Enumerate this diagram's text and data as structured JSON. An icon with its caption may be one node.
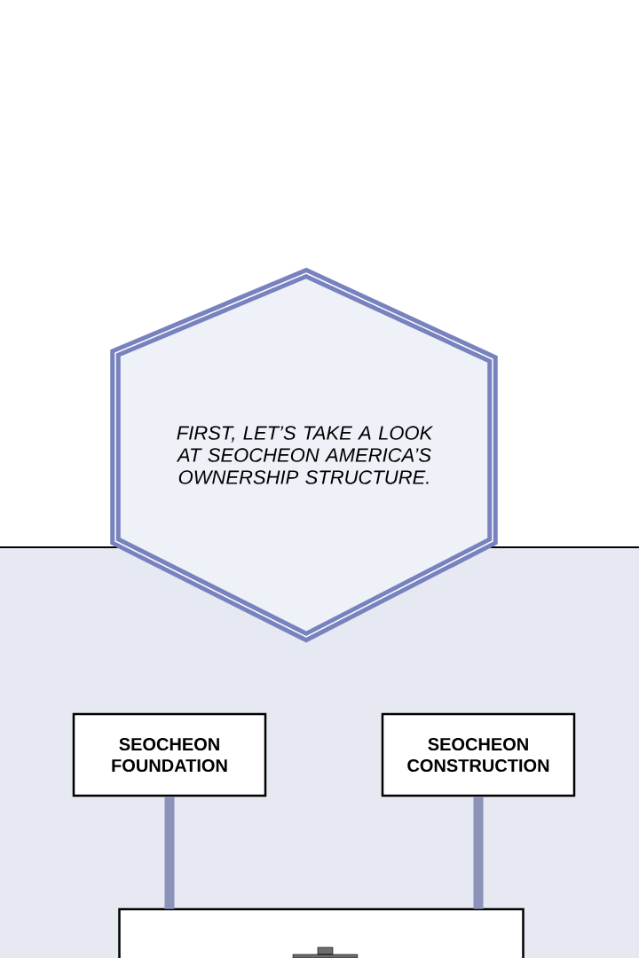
{
  "diagram": {
    "nodes": [
      {
        "text": [
          "FIRST, LET’S TAKE A LOOK AT SEOCHEON AMERICA’S OWNERSHIP STRUCTURE."
        ]
      },
      {
        "text": [
          "SEOCHEON FOUNDATION"
        ]
      },
      {
        "text": [
          "SEOCHEON CONSTRUCTION"
        ]
      },
      {
        "text": [],
        "shape": "box"
      }
    ],
    "edges": [
      {
        "from": 1,
        "to": 3,
        "arrow": "none"
      },
      {
        "from": 2,
        "to": 3,
        "arrow": "none"
      }
    ]
  }
}
